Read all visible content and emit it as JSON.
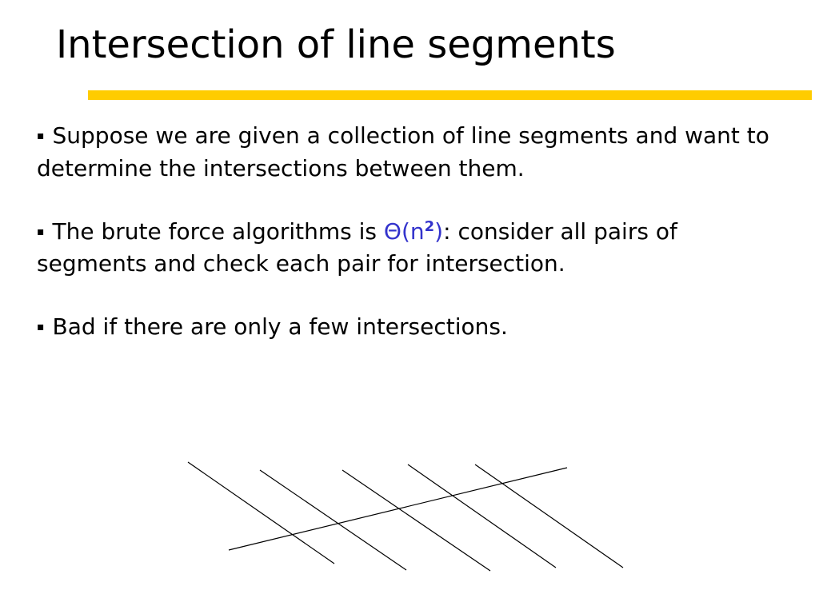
{
  "slide": {
    "title": "Intersection of line segments",
    "title_rule_color": "#FFCC00",
    "bullet_marker": "▪",
    "bullets": [
      {
        "text": "Suppose we are given a collection of line segments and want to determine the intersections between them."
      },
      {
        "text_before": "The brute force algorithms is ",
        "math_symbol": "Θ",
        "math_open": "(n",
        "math_exponent": "2",
        "math_close": ")",
        "text_after": ":  consider all pairs of segments and check each pair for intersection."
      },
      {
        "text": "Bad if there are only a few intersections."
      }
    ],
    "accent_math_color": "#3333CC",
    "segment_color": "#000000"
  }
}
